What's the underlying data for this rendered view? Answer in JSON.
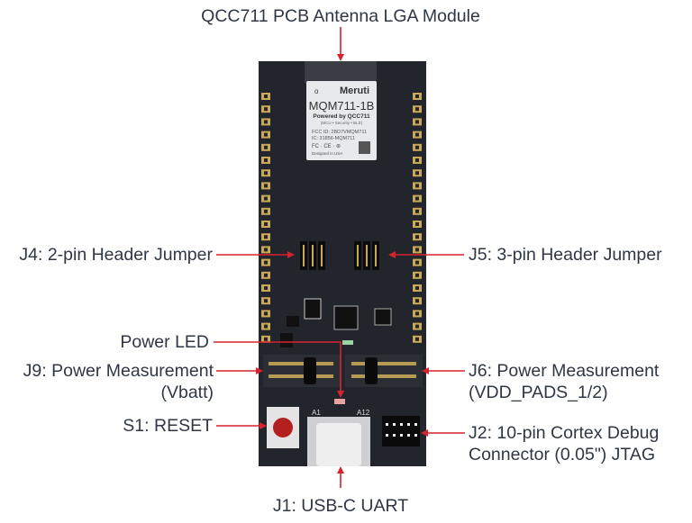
{
  "labels": {
    "module": "QCC711 PCB Antenna LGA Module",
    "j4": "J4: 2-pin Header Jumper",
    "j5": "J5: 3-pin Header Jumper",
    "power_led": "Power LED",
    "j9_line1": "J9: Power Measurement",
    "j9_line2": "(Vbatt)",
    "j6_line1": "J6: Power Measurement",
    "j6_line2": "(VDD_PADS_1/2)",
    "s1": "S1: RESET",
    "j2_line1": "J2: 10-pin Cortex Debug",
    "j2_line2": "Connector (0.05\") JTAG",
    "j1": "J1: USB-C UART"
  },
  "module_label": {
    "brand": "Meruti",
    "model": "MQM711-1B",
    "powered": "Powered by QCC711",
    "features": "(MCU • Security • BLE)",
    "fcc": "FCC ID: 2BD7VMQM711",
    "ic": "IC:       31856-MQM711",
    "marks": "FC · CE · ⊛",
    "designed": "Designed in USA"
  },
  "silkscreen": {
    "a1": "A1",
    "a12": "A12"
  },
  "colors": {
    "arrow": "#d7232d",
    "board": "#22252b",
    "text": "#2f3744",
    "pad": "#c9a85a"
  }
}
